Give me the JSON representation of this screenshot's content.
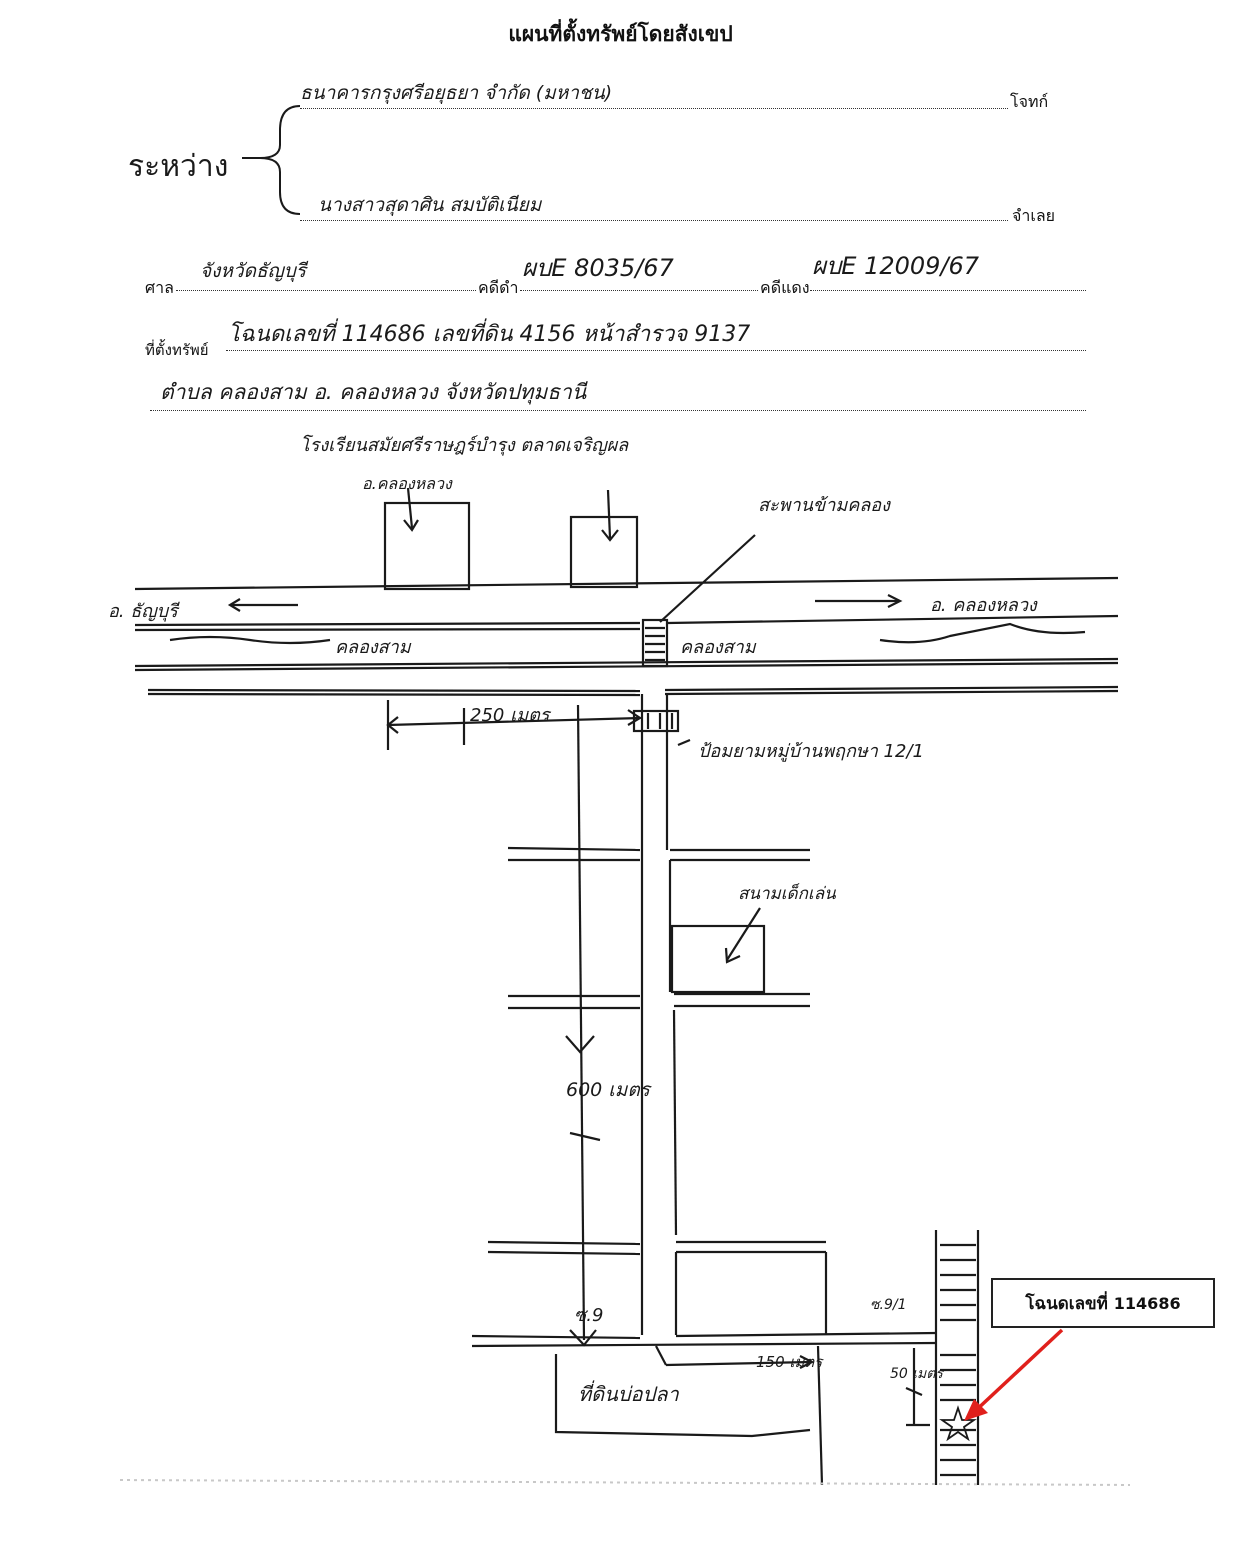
{
  "document": {
    "title": "แผนที่ตั้งทรัพย์โดยสังเขป",
    "between_label": "ระหว่าง",
    "plaintiff": {
      "name": "ธนาคารกรุงศรีอยุธยา จำกัด (มหาชน)",
      "role_label": "โจทก์"
    },
    "defendant": {
      "name": "นางสาวสุดาศิน  สมบัติเนียม",
      "role_label": "จำเลย"
    },
    "court": {
      "court_label": "ศาล",
      "court_name": "จังหวัดธัญบุรี",
      "black_case_label": "คดีดำ",
      "black_case_no": "ผบE 8035/67",
      "red_case_label": "คดีแดง",
      "red_case_no": "ผบE 12009/67"
    },
    "property": {
      "location_label": "ที่ตั้งทรัพย์",
      "line1": "โฉนดเลขที่ 114686   เลขที่ดิน 4156   หน้าสำรวจ 9137",
      "line2": "ตำบล คลองสาม   อ. คลองหลวง   จังหวัดปทุมธานี"
    }
  },
  "map": {
    "labels": {
      "hospital_school": "โรงเรียนสมัยศรีราษฎร์บำรุง  ตลาดเจริญผล",
      "district_note": "อ.คลองหลวง",
      "bridge": "สะพานข้ามคลอง",
      "to_thanyaburi": "อ. ธัญบุรี",
      "to_khlong_luang": "อ. คลองหลวง",
      "canal_left": "คลองสาม",
      "canal_right": "คลองสาม",
      "dist_250": "250 เมตร",
      "village_entrance": "ป้อมยามหมู่บ้านพฤกษา 12/1",
      "playground": "สนามเด็กเล่น",
      "dist_600": "600 เมตร",
      "soi_9": "ซ.9",
      "soi_9_1": "ซ.9/1",
      "dist_150": "150 เมตร",
      "dist_50": "50 เมตร",
      "fish_land": "ที่ดินบ่อปลา"
    },
    "callout": {
      "prefix": "โฉนดเลขที่",
      "number": "114686"
    },
    "colors": {
      "ink": "#1a1a1a",
      "pointer": "#e0201c"
    }
  }
}
